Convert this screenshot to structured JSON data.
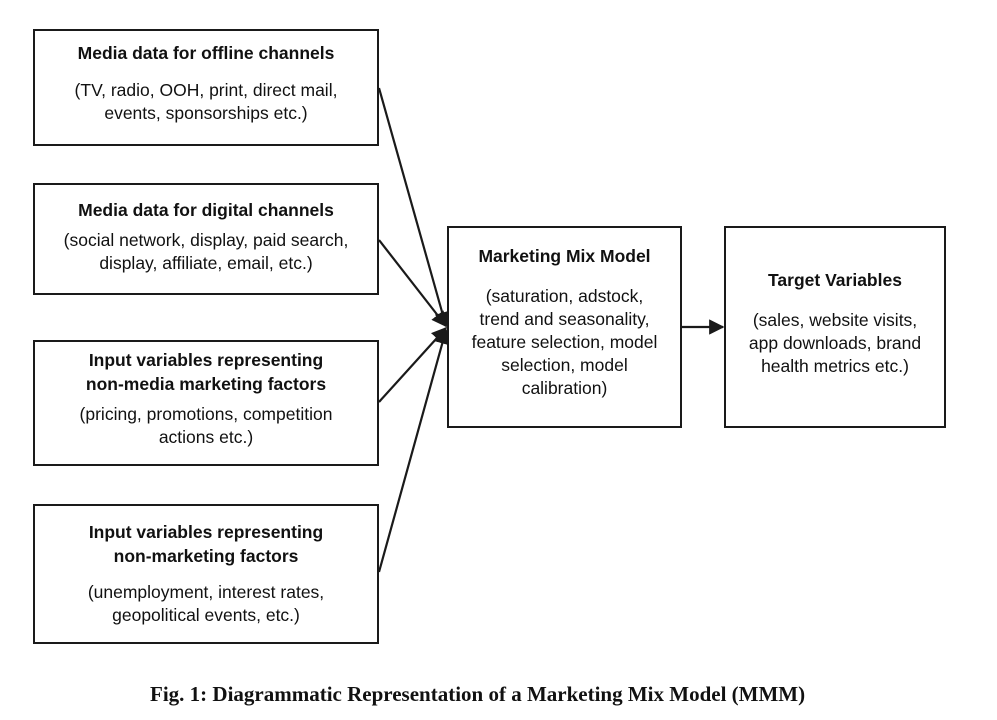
{
  "inputs": {
    "offline": {
      "title": "Media data for offline channels",
      "details": "(TV, radio, OOH, print, direct mail,\nevents, sponsorships etc.)"
    },
    "digital": {
      "title": "Media data for digital channels",
      "details": "(social network, display, paid search,\ndisplay, affiliate, email, etc.)"
    },
    "non_media": {
      "title": "Input variables representing\nnon-media marketing factors",
      "details": "(pricing, promotions, competition\nactions etc.)"
    },
    "non_marketing": {
      "title": "Input variables representing\nnon-marketing factors",
      "details": "(unemployment, interest rates,\ngeopolitical events, etc.)"
    }
  },
  "model": {
    "title": "Marketing Mix Model",
    "details": "(saturation, adstock,\ntrend and seasonality,\nfeature selection, model\nselection, model\ncalibration)"
  },
  "target": {
    "title": "Target Variables",
    "details": "(sales, website visits,\napp downloads, brand\nhealth metrics etc.)"
  },
  "edges": [
    {
      "from": "Media data for offline channels",
      "to": "Marketing Mix Model"
    },
    {
      "from": "Media data for digital channels",
      "to": "Marketing Mix Model"
    },
    {
      "from": "Input variables representing non-media marketing factors",
      "to": "Marketing Mix Model"
    },
    {
      "from": "Input variables representing non-marketing factors",
      "to": "Marketing Mix Model"
    },
    {
      "from": "Marketing Mix Model",
      "to": "Target Variables"
    }
  ],
  "caption": "Fig. 1: Diagrammatic Representation of a Marketing Mix Model (MMM)",
  "colors": {
    "stroke": "#1a1a1a",
    "background": "#ffffff"
  }
}
